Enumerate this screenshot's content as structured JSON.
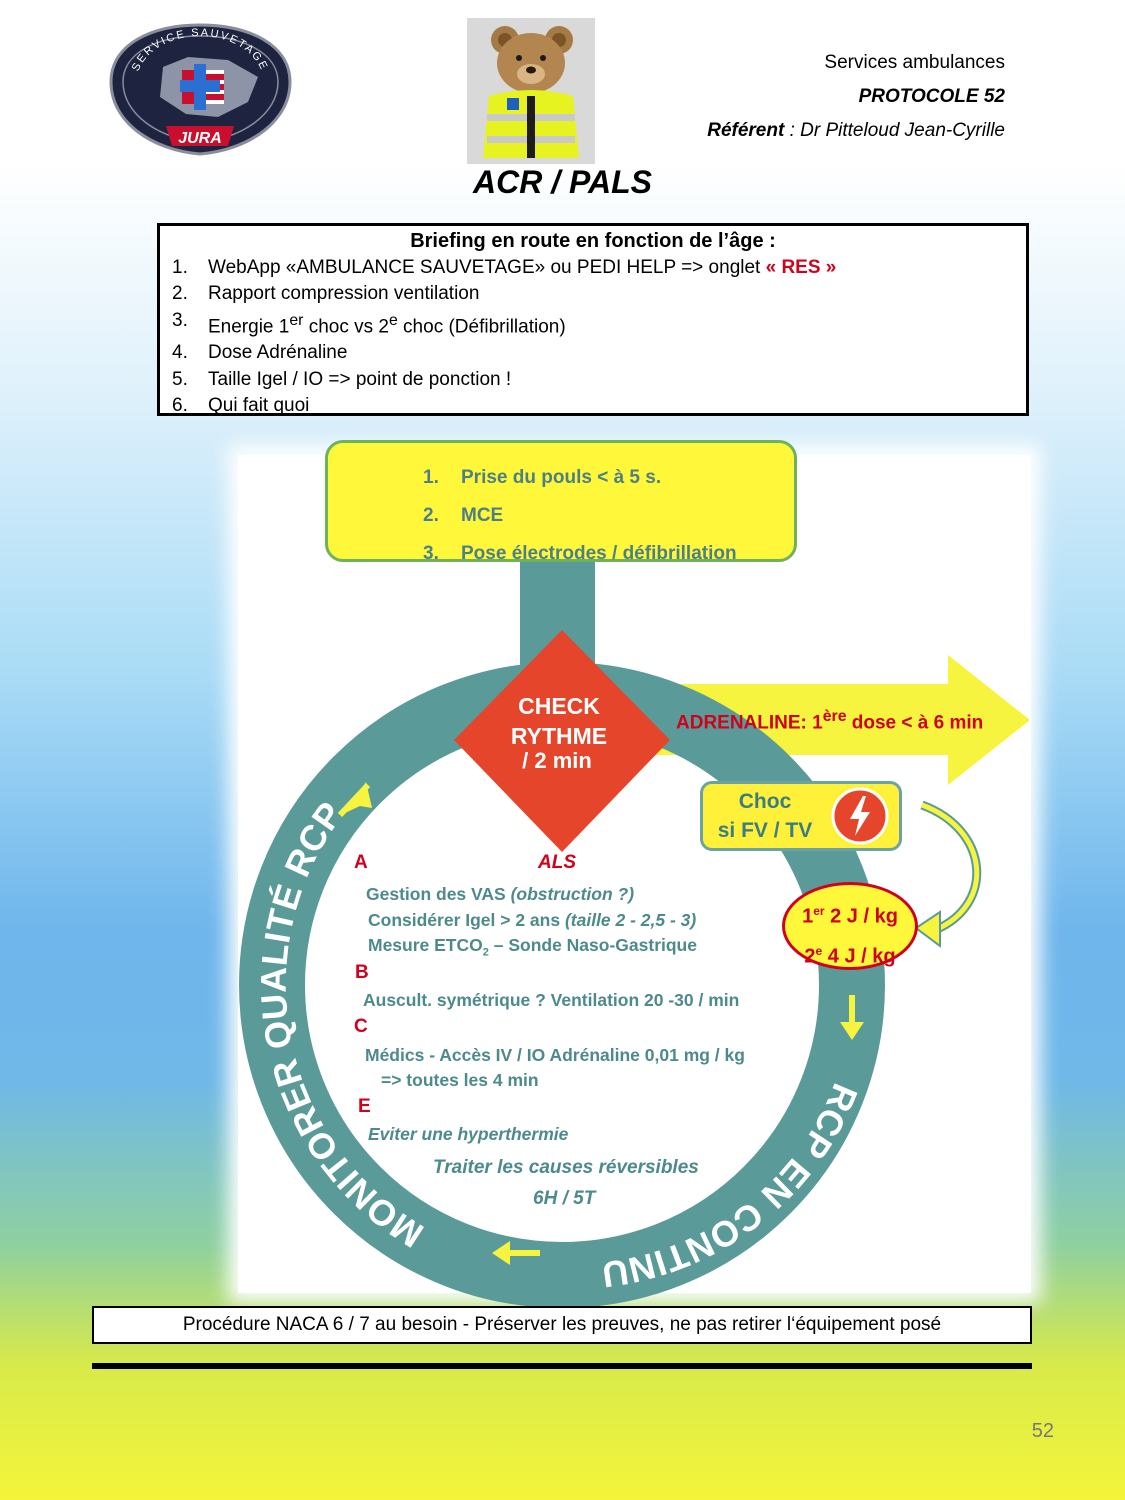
{
  "header": {
    "logo_top": "SERVICE SAUVETAGE",
    "logo_bottom": "JURA",
    "service": "Services ambulances",
    "protocol": "PROTOCOLE 52",
    "referent_label": "Référent",
    "referent_value": " : Dr Pitteloud Jean-Cyrille"
  },
  "title": "ACR / PALS",
  "briefing": {
    "heading": "Briefing en route en fonction de l’âge :",
    "items": [
      {
        "num": "1.",
        "pre": "WebApp «AMBULANCE SAUVETAGE» ou PEDI HELP => onglet ",
        "highlight": "« RES »"
      },
      {
        "num": "2.",
        "text": "Rapport compression ventilation"
      },
      {
        "num": "3.",
        "pre": "Energie 1",
        "sup1": "er",
        "mid": " choc vs 2",
        "sup2": "e",
        "post": " choc (Défibrillation)"
      },
      {
        "num": "4.",
        "text": "Dose Adrénaline"
      },
      {
        "num": "5.",
        "text": "Taille Igel /  IO => point de ponction !"
      },
      {
        "num": "6.",
        "text": "Qui fait quoi"
      }
    ]
  },
  "steps": [
    {
      "num": "1.",
      "text": "Prise du pouls  < à 5 s."
    },
    {
      "num": "2.",
      "text": "MCE"
    },
    {
      "num": "3.",
      "text": "Pose électrodes / défibrillation"
    }
  ],
  "check": {
    "line1": "CHECK",
    "line2": "RYTHME",
    "line3": "/ 2 min"
  },
  "adrenaline": {
    "pre": "ADRENALINE: 1",
    "sup": "ère",
    "post": " dose <  à 6 min"
  },
  "choc": {
    "line1": "Choc",
    "line2": "si FV / TV"
  },
  "dose": {
    "line1_pre": "1",
    "line1_sup": "er",
    "line1_post": " 2 J / kg",
    "line2_pre": "2",
    "line2_sup": "e",
    "line2_post": " 4 J / kg"
  },
  "ring": {
    "left": "MONITORER QUALITÉ RCP",
    "right": "RCP EN CONTINU"
  },
  "als": {
    "a": "A",
    "heading": "ALS",
    "a1_pre": "Gestion des VAS ",
    "a1_em": "(obstruction ?)",
    "a2_pre": "Considérer Igel > 2 ans ",
    "a2_em": "(taille 2 - 2,5 - 3)",
    "a3_pre": "Mesure ETCO",
    "a3_sub": "2",
    "a3_post": " – Sonde Naso-Gastrique",
    "b": "B",
    "b1": "Auscult. symétrique ? Ventilation 20 -30 / min",
    "c": "C",
    "c1": "Médics - Accès IV / IO Adrénaline 0,01 mg / kg",
    "c2": "=> toutes les 4 min",
    "e": "E",
    "e1": "Eviter une hyperthermie",
    "causes1": "Traiter les causes réversibles",
    "causes2": "6H / 5T"
  },
  "footer": "Procédure NACA 6 / 7 au besoin - Préserver les preuves, ne pas retirer l‘équipement posé",
  "page_number": "52"
}
